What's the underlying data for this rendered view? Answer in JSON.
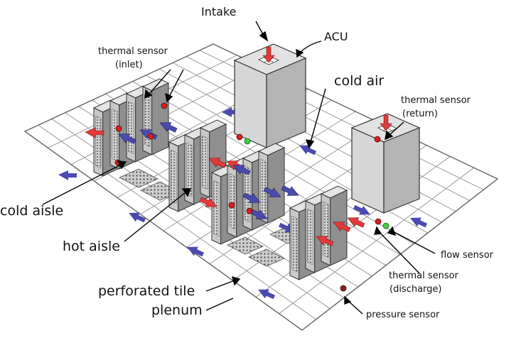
{
  "labels": {
    "intake": "Intake",
    "acu": "ACU",
    "thermal_inlet_1": "thermal sensor",
    "thermal_inlet_2": "(inlet)",
    "cold_air": "cold air",
    "thermal_return_1": "thermal sensor",
    "thermal_return_2": "(return)",
    "cold_aisle": "cold aisle",
    "hot_aisle": "hot aisle",
    "perforated_tile": "perforated tile",
    "plenum": "plenum",
    "flow_sensor": "flow sensor",
    "thermal_discharge_1": "thermal sensor",
    "thermal_discharge_2": "(discharge)",
    "pressure_sensor": "pressure sensor"
  },
  "colors": {
    "rack": "#c9c9c9",
    "rack_dark": "#8f8f8f",
    "hot_arrow": "#e23a3a",
    "cold_arrow": "#4a4ab0",
    "thermal_sensor": "#d42020",
    "flow_sensor": "#3ecf3e",
    "pressure_sensor": "#8a1a1a",
    "floor_grid": "#9a9a9a"
  }
}
